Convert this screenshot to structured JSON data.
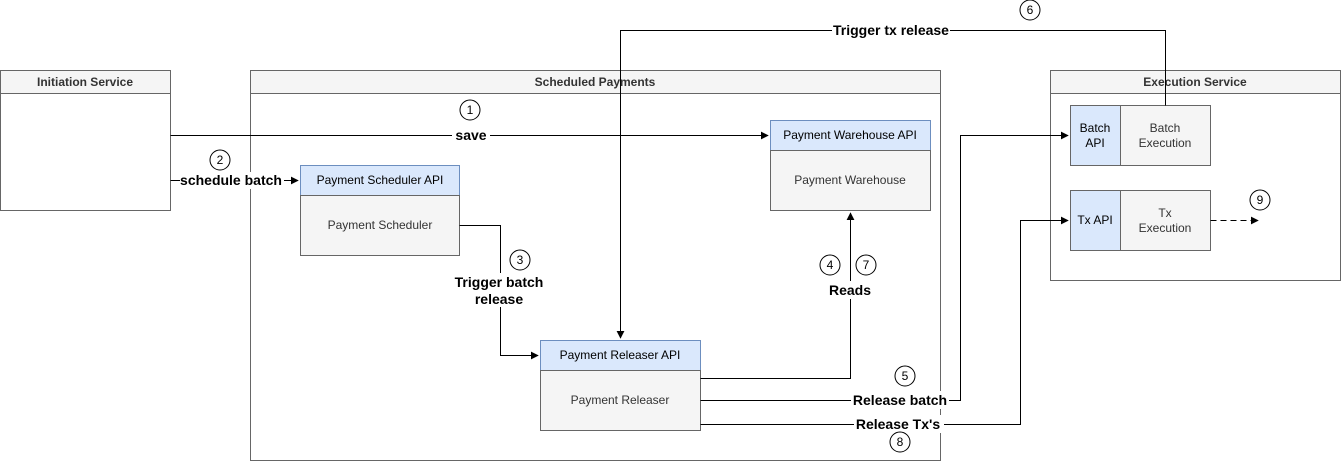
{
  "containers": {
    "initiation": {
      "title": "Initiation Service"
    },
    "scheduled": {
      "title": "Scheduled Payments"
    },
    "execution": {
      "title": "Execution Service"
    }
  },
  "nodes": {
    "warehouse": {
      "api": "Payment Warehouse API",
      "body": "Payment Warehouse"
    },
    "scheduler": {
      "api": "Payment Scheduler API",
      "body": "Payment Scheduler"
    },
    "releaser": {
      "api": "Payment Releaser API",
      "body": "Payment Releaser"
    },
    "batch": {
      "api_line1": "Batch",
      "api_line2": "API",
      "body_line1": "Batch",
      "body_line2": "Execution"
    },
    "tx": {
      "api": "Tx API",
      "body_line1": "Tx",
      "body_line2": "Execution"
    }
  },
  "edges": {
    "save": "save",
    "schedule_batch": "schedule batch",
    "trigger_batch_line1": "Trigger batch",
    "trigger_batch_line2": "release",
    "reads": "Reads",
    "release_batch": "Release batch",
    "release_txs": "Release Tx's",
    "trigger_tx": "Trigger tx release"
  },
  "steps": {
    "s1": "1",
    "s2": "2",
    "s3": "3",
    "s4": "4",
    "s5": "5",
    "s6": "6",
    "s7": "7",
    "s8": "8",
    "s9": "9"
  }
}
